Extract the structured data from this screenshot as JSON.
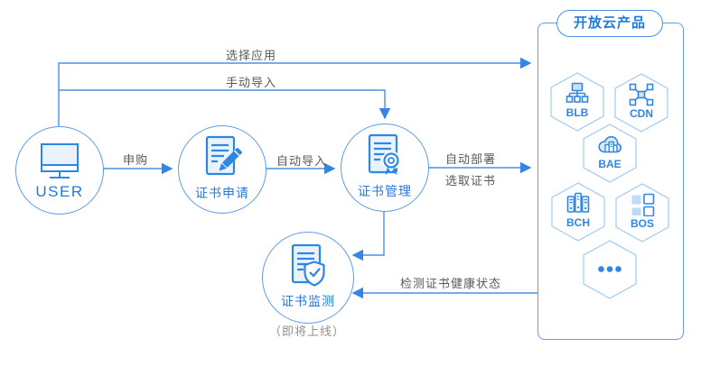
{
  "diagram": {
    "nodes": {
      "user": {
        "label": "USER",
        "icon": "monitor-icon"
      },
      "cert_apply": {
        "label": "证书申请",
        "icon": "document-pencil-icon"
      },
      "cert_manage": {
        "label": "证书管理",
        "icon": "document-ribbon-icon"
      },
      "cert_monitor": {
        "label": "证书监测",
        "icon": "document-shield-icon",
        "note": "（即将上线）"
      }
    },
    "edges": {
      "select_app": {
        "label": "选择应用"
      },
      "manual_import": {
        "label": "手动导入"
      },
      "purchase": {
        "label": "申购"
      },
      "auto_import": {
        "label": "自动导入"
      },
      "auto_deploy": {
        "label_line1": "自动部署",
        "label_line2": "选取证书"
      },
      "health_check": {
        "label": "检测证书健康状态"
      }
    },
    "panel": {
      "title": "开放云产品",
      "products": [
        {
          "label": "BLB",
          "icon": "load-balancer-icon"
        },
        {
          "label": "CDN",
          "icon": "cdn-network-icon"
        },
        {
          "label": "BAE",
          "icon": "cloud-building-icon"
        },
        {
          "label": "BCH",
          "icon": "server-rack-icon"
        },
        {
          "label": "BOS",
          "icon": "storage-blocks-icon"
        },
        {
          "label": "",
          "icon": "ellipsis-icon"
        }
      ]
    },
    "colors": {
      "line_blue": "#4A90E2",
      "icon_blue": "#2E86E5",
      "node_border_blue": "#5B9CE8",
      "hex_border_blue": "#A9CFF1",
      "light_fill": "#EAF3FD",
      "label_gray": "#595959",
      "note_gray": "#8F8F8F",
      "node_label_blue": "#2478E0"
    }
  }
}
